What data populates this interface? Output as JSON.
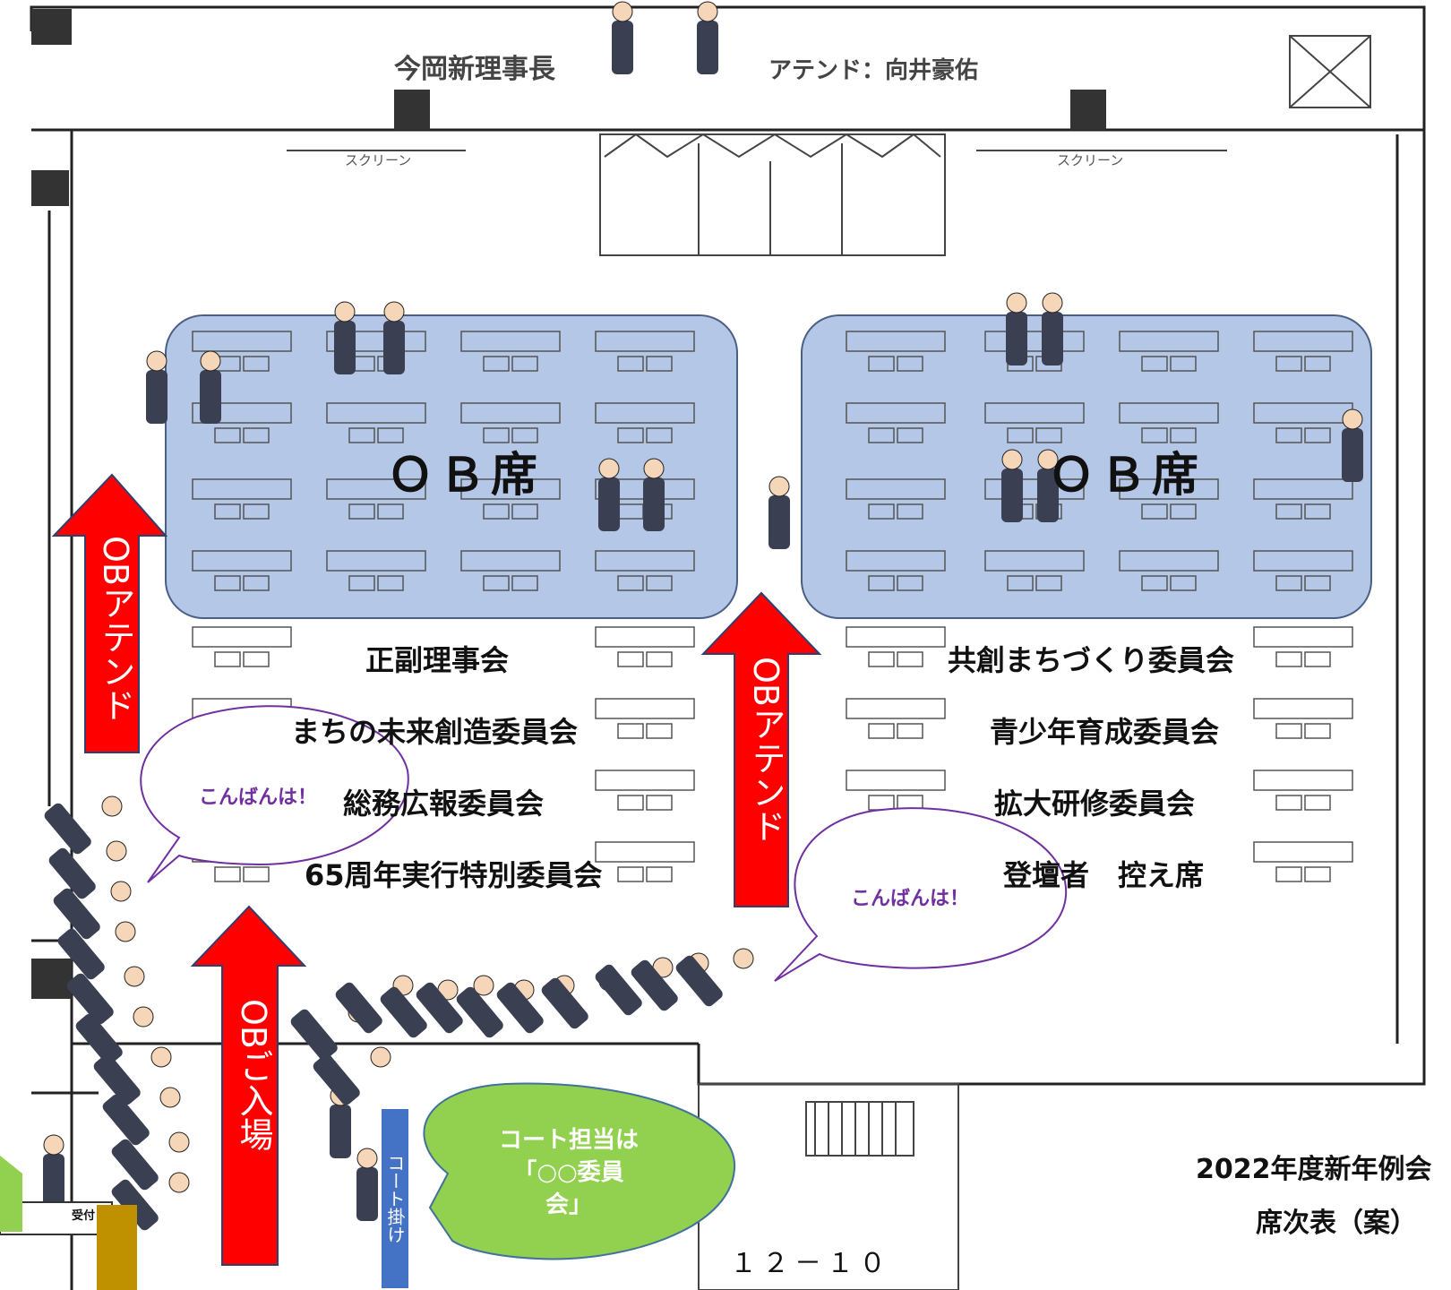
{
  "header": {
    "chairman": "今岡新理事長",
    "attend": "アテンド：向井豪佑",
    "screen_left": "スクリーン",
    "screen_right": "スクリーン"
  },
  "areas": {
    "ob_left": "ＯＢ席",
    "ob_right": "ＯＢ席"
  },
  "committees_left": [
    "正副理事会",
    "まちの未来創造委員会",
    "総務広報委員会",
    "65周年実行特別委員会"
  ],
  "committees_right": [
    "共創まちづくり委員会",
    "青少年育成委員会",
    "拡大研修委員会",
    "登壇者　控え席"
  ],
  "arrows": {
    "left": "OBアテンド",
    "center": "OBアテンド",
    "entrance": "OBご入場"
  },
  "bubbles": {
    "greeting_left": "こんばんは！",
    "greeting_right": "こんばんは！",
    "coat_line1": "コート担当は",
    "coat_line2": "「○○委員",
    "coat_line3": "会」"
  },
  "coat_rack": "コート掛け",
  "reception": "受付",
  "page_number": "１２－１０",
  "title_line1": "2022年度新年例会",
  "title_line2": "席次表（案）",
  "colors": {
    "ob_area": "#b4c7e7",
    "arrow": "#ff0000",
    "bubble_text": "#7030a0",
    "green_bubble": "#92d050",
    "coat_rack": "#4472c4"
  }
}
